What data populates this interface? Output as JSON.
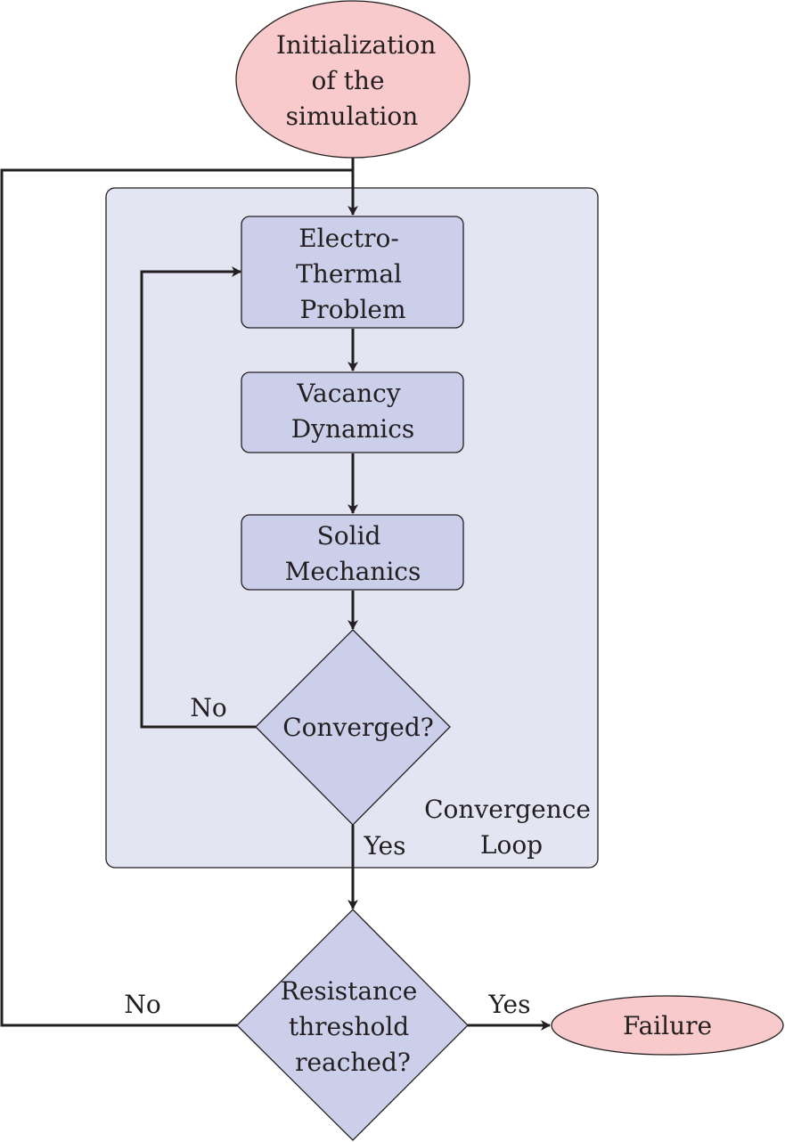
{
  "colors": {
    "terminal_fill": "#f9cacc",
    "process_fill": "#cbcfea",
    "loop_fill": "#e3e5f3",
    "stroke": "#231f20"
  },
  "nodes": {
    "start": {
      "lines": [
        "Initialization",
        "of the",
        "simulation"
      ]
    },
    "electro_thermal": {
      "lines": [
        "Electro-",
        "Thermal",
        "Problem"
      ]
    },
    "vacancy": {
      "lines": [
        "Vacancy",
        "Dynamics"
      ]
    },
    "solid": {
      "lines": [
        "Solid",
        "Mechanics"
      ]
    },
    "converged": {
      "lines": [
        "Converged?"
      ]
    },
    "resistance": {
      "lines": [
        "Resistance",
        "threshold",
        "reached?"
      ]
    },
    "failure": {
      "lines": [
        "Failure"
      ]
    }
  },
  "group": {
    "lines": [
      "Convergence",
      "Loop"
    ]
  },
  "edge_labels": {
    "converged_no": "No",
    "converged_yes": "Yes",
    "resistance_no": "No",
    "resistance_yes": "Yes"
  }
}
